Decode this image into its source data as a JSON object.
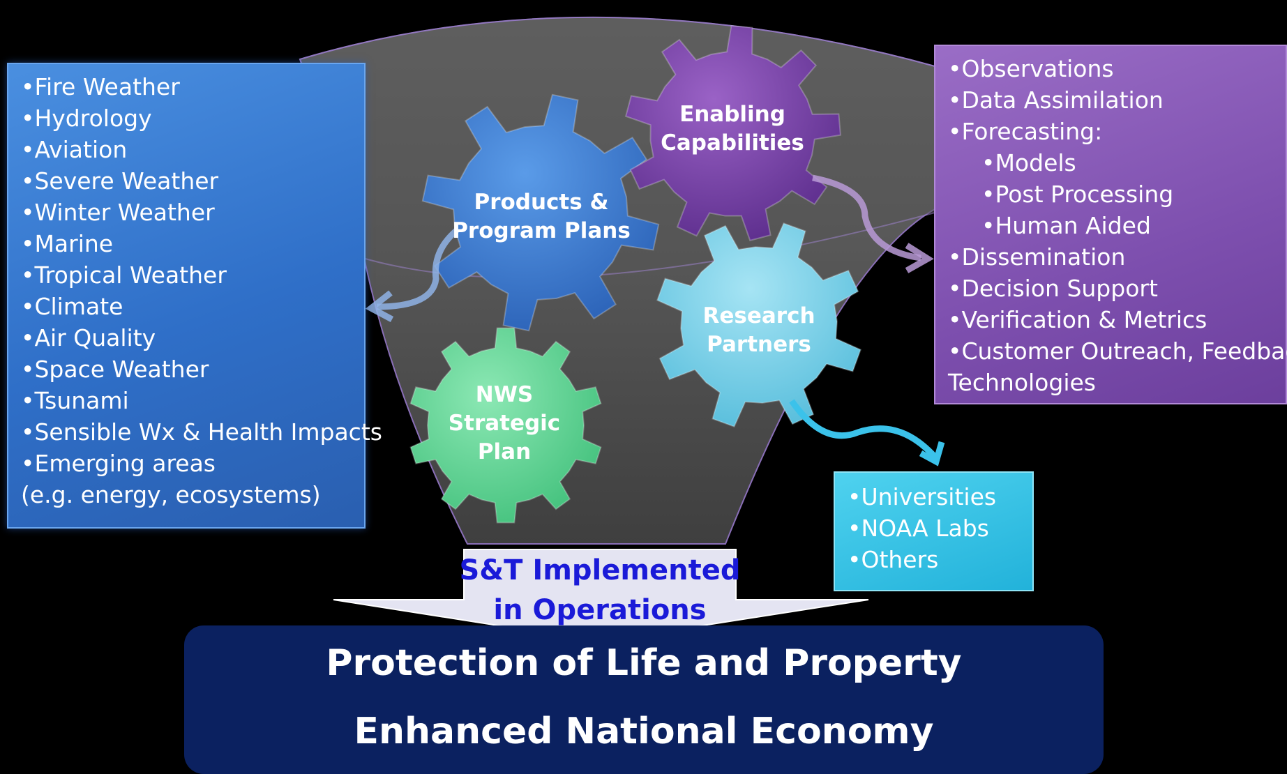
{
  "left_panel": {
    "items": [
      "•Fire Weather",
      "•Hydrology",
      "•Aviation",
      "•Severe Weather",
      "•Winter Weather",
      "•Marine",
      "•Tropical Weather",
      "•Climate",
      "•Air Quality",
      "•Space Weather",
      "•Tsunami",
      "•Sensible Wx & Health Impacts",
      "•Emerging areas",
      "(e.g. energy, ecosystems)"
    ]
  },
  "right_panel": {
    "items": [
      "•Observations",
      "•Data Assimilation",
      "•Forecasting:",
      "•Models",
      "•Post Processing",
      "•Human Aided",
      "•Dissemination",
      "•Decision Support",
      "•Verification & Metrics",
      "•Customer Outreach, Feedback",
      "Technologies"
    ]
  },
  "partners_panel": {
    "items": [
      "•Universities",
      "•NOAA Labs",
      "•Others"
    ]
  },
  "gears": {
    "products": {
      "line1": "Products &",
      "line2": "Program Plans"
    },
    "enabling": {
      "line1": "Enabling",
      "line2": "Capabilities"
    },
    "research": {
      "line1": "Research",
      "line2": "Partners"
    },
    "strategic": {
      "line1": "NWS",
      "line2": "Strategic",
      "line3": "Plan"
    }
  },
  "implemented": {
    "line1": "S&T Implemented",
    "line2": "in Operations"
  },
  "outcome": {
    "line1": "Protection of Life and Property",
    "line2": "Enhanced National Economy"
  },
  "colors": {
    "blue_panel": "#3a7fd8",
    "purple_panel": "#7d4fae",
    "cyan_panel": "#2cbde0",
    "products_gear": "#3a78cc",
    "enabling_gear": "#7a46a8",
    "research_gear": "#7fd2ea",
    "strategic_gear": "#63d99a",
    "outcome_box": "#0b2160",
    "implemented_text": "#1a1ad8"
  }
}
